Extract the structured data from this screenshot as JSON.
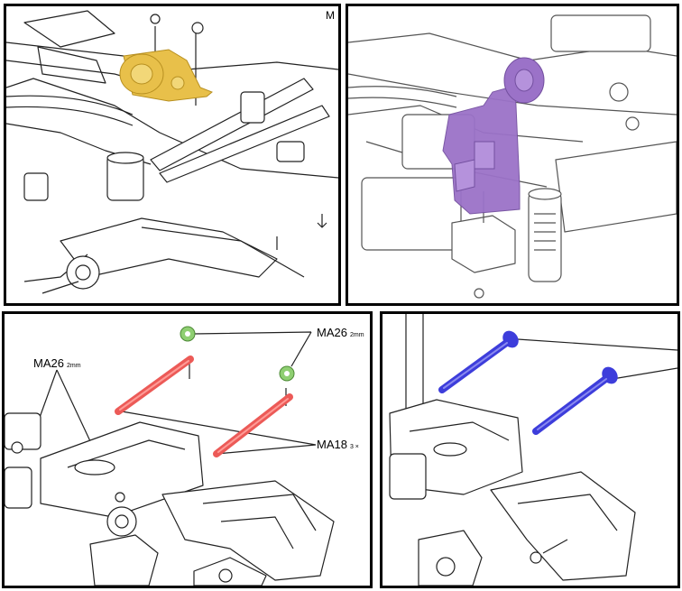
{
  "panels": {
    "top_left": {
      "corner_text": "M",
      "highlight_color": "#e8c04a"
    },
    "top_right": {
      "corner_text": "",
      "highlight_color": "#9b72c8"
    },
    "bottom_left": {
      "highlight_color": "#ec5a57",
      "clip_color": "#8fcf72",
      "labels": {
        "ma26_left": {
          "text": "MA26",
          "sub": "2mm"
        },
        "ma26_right": {
          "text": "MA26",
          "sub": "2mm"
        },
        "ma18": {
          "text": "MA18",
          "sub": "3 ×"
        }
      }
    },
    "bottom_right": {
      "highlight_color": "#3d3ddb"
    }
  }
}
